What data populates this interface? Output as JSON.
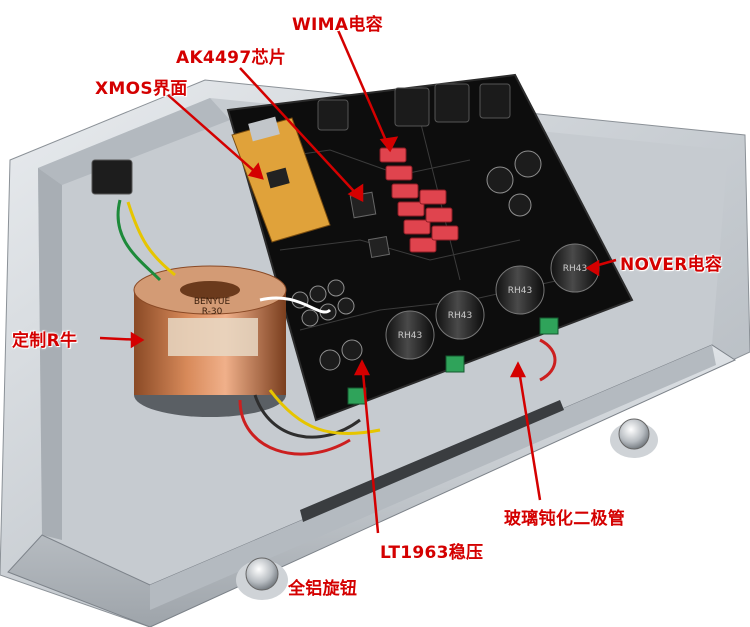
{
  "photo": {
    "description_tags": [
      "transformer",
      "pcb",
      "chassis",
      "knobs",
      "capacitors",
      "xmos-board"
    ],
    "transformer_brand": "BENYUE",
    "transformer_model": "R-30",
    "chip_marks": [
      "RH43",
      "RH43",
      "RH43",
      "RH43"
    ],
    "accent_color": "#d40000"
  },
  "annotations": {
    "wima": "WIMA电容",
    "ak4497": "AK4497芯片",
    "xmos": "XMOS界面",
    "nover": "NOVER电容",
    "r_core": "定制R牛",
    "diode": "玻璃钝化二极管",
    "lt1963": "LT1963稳压",
    "knob": "全铝旋钮"
  }
}
